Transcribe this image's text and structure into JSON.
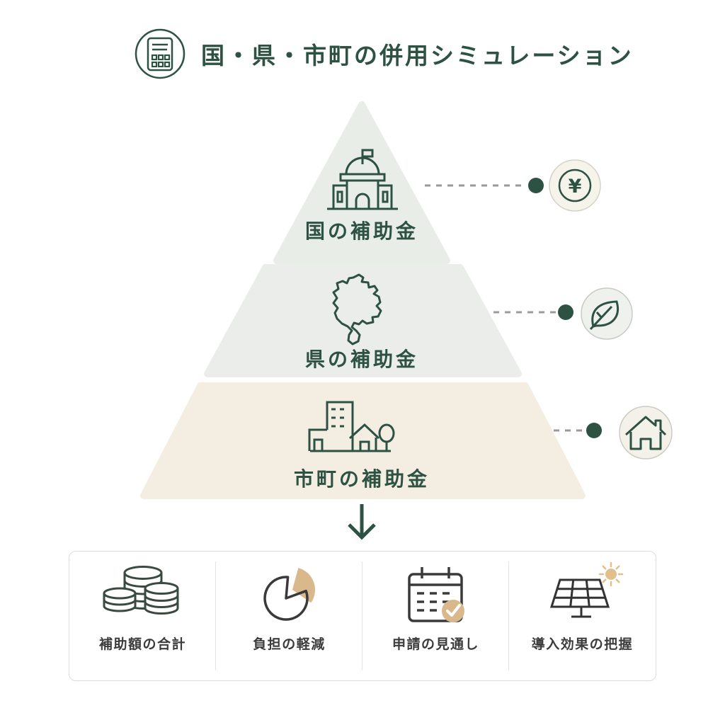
{
  "header": {
    "title": "国・県・市町の併用シミュレーション",
    "icon": "calculator-icon"
  },
  "pyramid": {
    "tiers": [
      {
        "label": "国の補助金",
        "icon": "government-building-icon",
        "badge": {
          "icon": "yen-icon",
          "symbol": "¥"
        }
      },
      {
        "label": "県の補助金",
        "icon": "prefecture-map-icon",
        "badge": {
          "icon": "leaf-icon"
        }
      },
      {
        "label": "市町の補助金",
        "icon": "city-buildings-icon",
        "badge": {
          "icon": "house-icon"
        }
      }
    ]
  },
  "arrow": {
    "icon": "down-arrow-icon"
  },
  "benefits": [
    {
      "label": "補助額の合計",
      "icon": "coins-icon"
    },
    {
      "label": "負担の軽減",
      "icon": "pie-chart-icon"
    },
    {
      "label": "申請の見通し",
      "icon": "calendar-check-icon"
    },
    {
      "label": "導入効果の把握",
      "icon": "solar-panel-icon"
    }
  ],
  "colors": {
    "accent_green": "#2d5243",
    "tier_top_fill": "#e9ede8",
    "tier_middle_fill": "#eaedea",
    "tier_bottom_fill": "#f4eee2",
    "tan_accent": "#d9b98c",
    "text_dark": "#3c3c3c",
    "connector_grey": "#9a9a9a"
  }
}
